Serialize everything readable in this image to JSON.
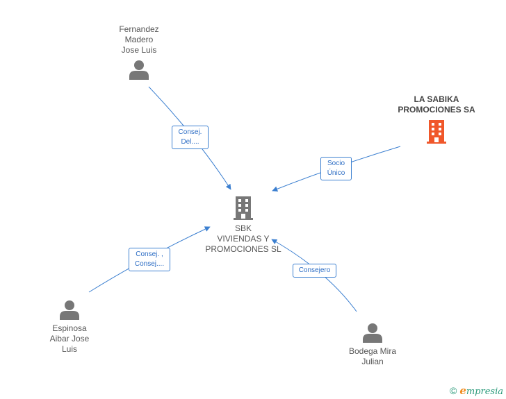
{
  "colors": {
    "edge": "#3b7fd0",
    "person_icon": "#777777",
    "company_icon": "#777777",
    "main_company_icon": "#f0572a"
  },
  "nodes": {
    "center": {
      "label": "SBK\nVIVIENDAS Y\nPROMOCIONES SL",
      "icon": "building-icon"
    },
    "sabika": {
      "label": "LA SABIKA\nPROMOCIONES SA",
      "icon": "building-icon"
    },
    "fernandez": {
      "label": "Fernandez\nMadero\nJose Luis",
      "icon": "person-icon"
    },
    "espinosa": {
      "label": "Espinosa\nAibar Jose\nLuis",
      "icon": "person-icon"
    },
    "bodega": {
      "label": "Bodega Mira\nJulian",
      "icon": "person-icon"
    }
  },
  "edges": {
    "fernandez": {
      "label": "Consej.\nDel...."
    },
    "sabika": {
      "label": "Socio\nÚnico"
    },
    "espinosa": {
      "label": "Consej. ,\nConsej...."
    },
    "bodega": {
      "label": "Consejero"
    }
  },
  "brand": {
    "copyright": "©",
    "initial": "e",
    "rest": "mpresia"
  }
}
